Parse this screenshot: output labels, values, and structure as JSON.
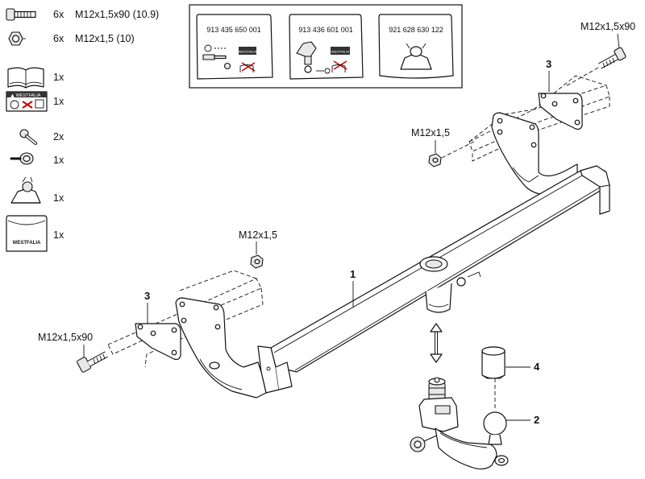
{
  "parts_list": [
    {
      "icon": "bolt-icon",
      "qty": "6x",
      "desc": "M12x1,5x90 (10.9)"
    },
    {
      "icon": "nut-icon",
      "qty": "6x",
      "desc": "M12x1,5 (10)"
    },
    {
      "icon": "manual-book-icon",
      "qty": "1x",
      "desc": ""
    },
    {
      "icon": "warning-label-icon",
      "qty": "1x",
      "desc": ""
    },
    {
      "icon": "small-bolt-icon",
      "qty": "2x",
      "desc": ""
    },
    {
      "icon": "key-ring-icon",
      "qty": "1x",
      "desc": ""
    },
    {
      "icon": "ball-cover-icon",
      "qty": "1x",
      "desc": ""
    },
    {
      "icon": "westfalia-bag-icon",
      "qty": "1x",
      "desc": ""
    }
  ],
  "warning_label_text": "WESTFALIA",
  "bag_text": "WESTFALIA",
  "bags": [
    {
      "code": "913 435 650 001",
      "label": "WESTFALIA"
    },
    {
      "code": "913 436 601 001",
      "label": "WESTFALIA"
    },
    {
      "code": "921 628 630 122",
      "label": ""
    }
  ],
  "callouts": {
    "bolt_top_right": "M12x1,5x90",
    "nut_right": "M12x1,5",
    "nut_left": "M12x1,5",
    "bolt_left": "M12x1,5x90",
    "bracket_right_num": "3",
    "bracket_left_num": "3",
    "crossbar_num": "1",
    "ball_num": "2",
    "cap_num": "4"
  }
}
